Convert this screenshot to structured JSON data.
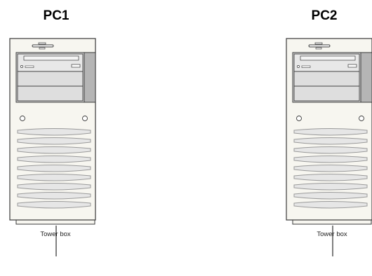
{
  "diagram": {
    "computers": [
      {
        "title": "PC1",
        "label": "Tower box"
      },
      {
        "title": "PC2",
        "label": "Tower box"
      }
    ],
    "colors": {
      "case_fill": "#f7f6f0",
      "stroke": "#3a3a3a",
      "drive_fill": "#dedede",
      "side_panel": "#b5b5b5",
      "vent_fill": "#e6e6e6",
      "vent_shadow": "#9a9a9a",
      "cable": "#000000"
    }
  }
}
